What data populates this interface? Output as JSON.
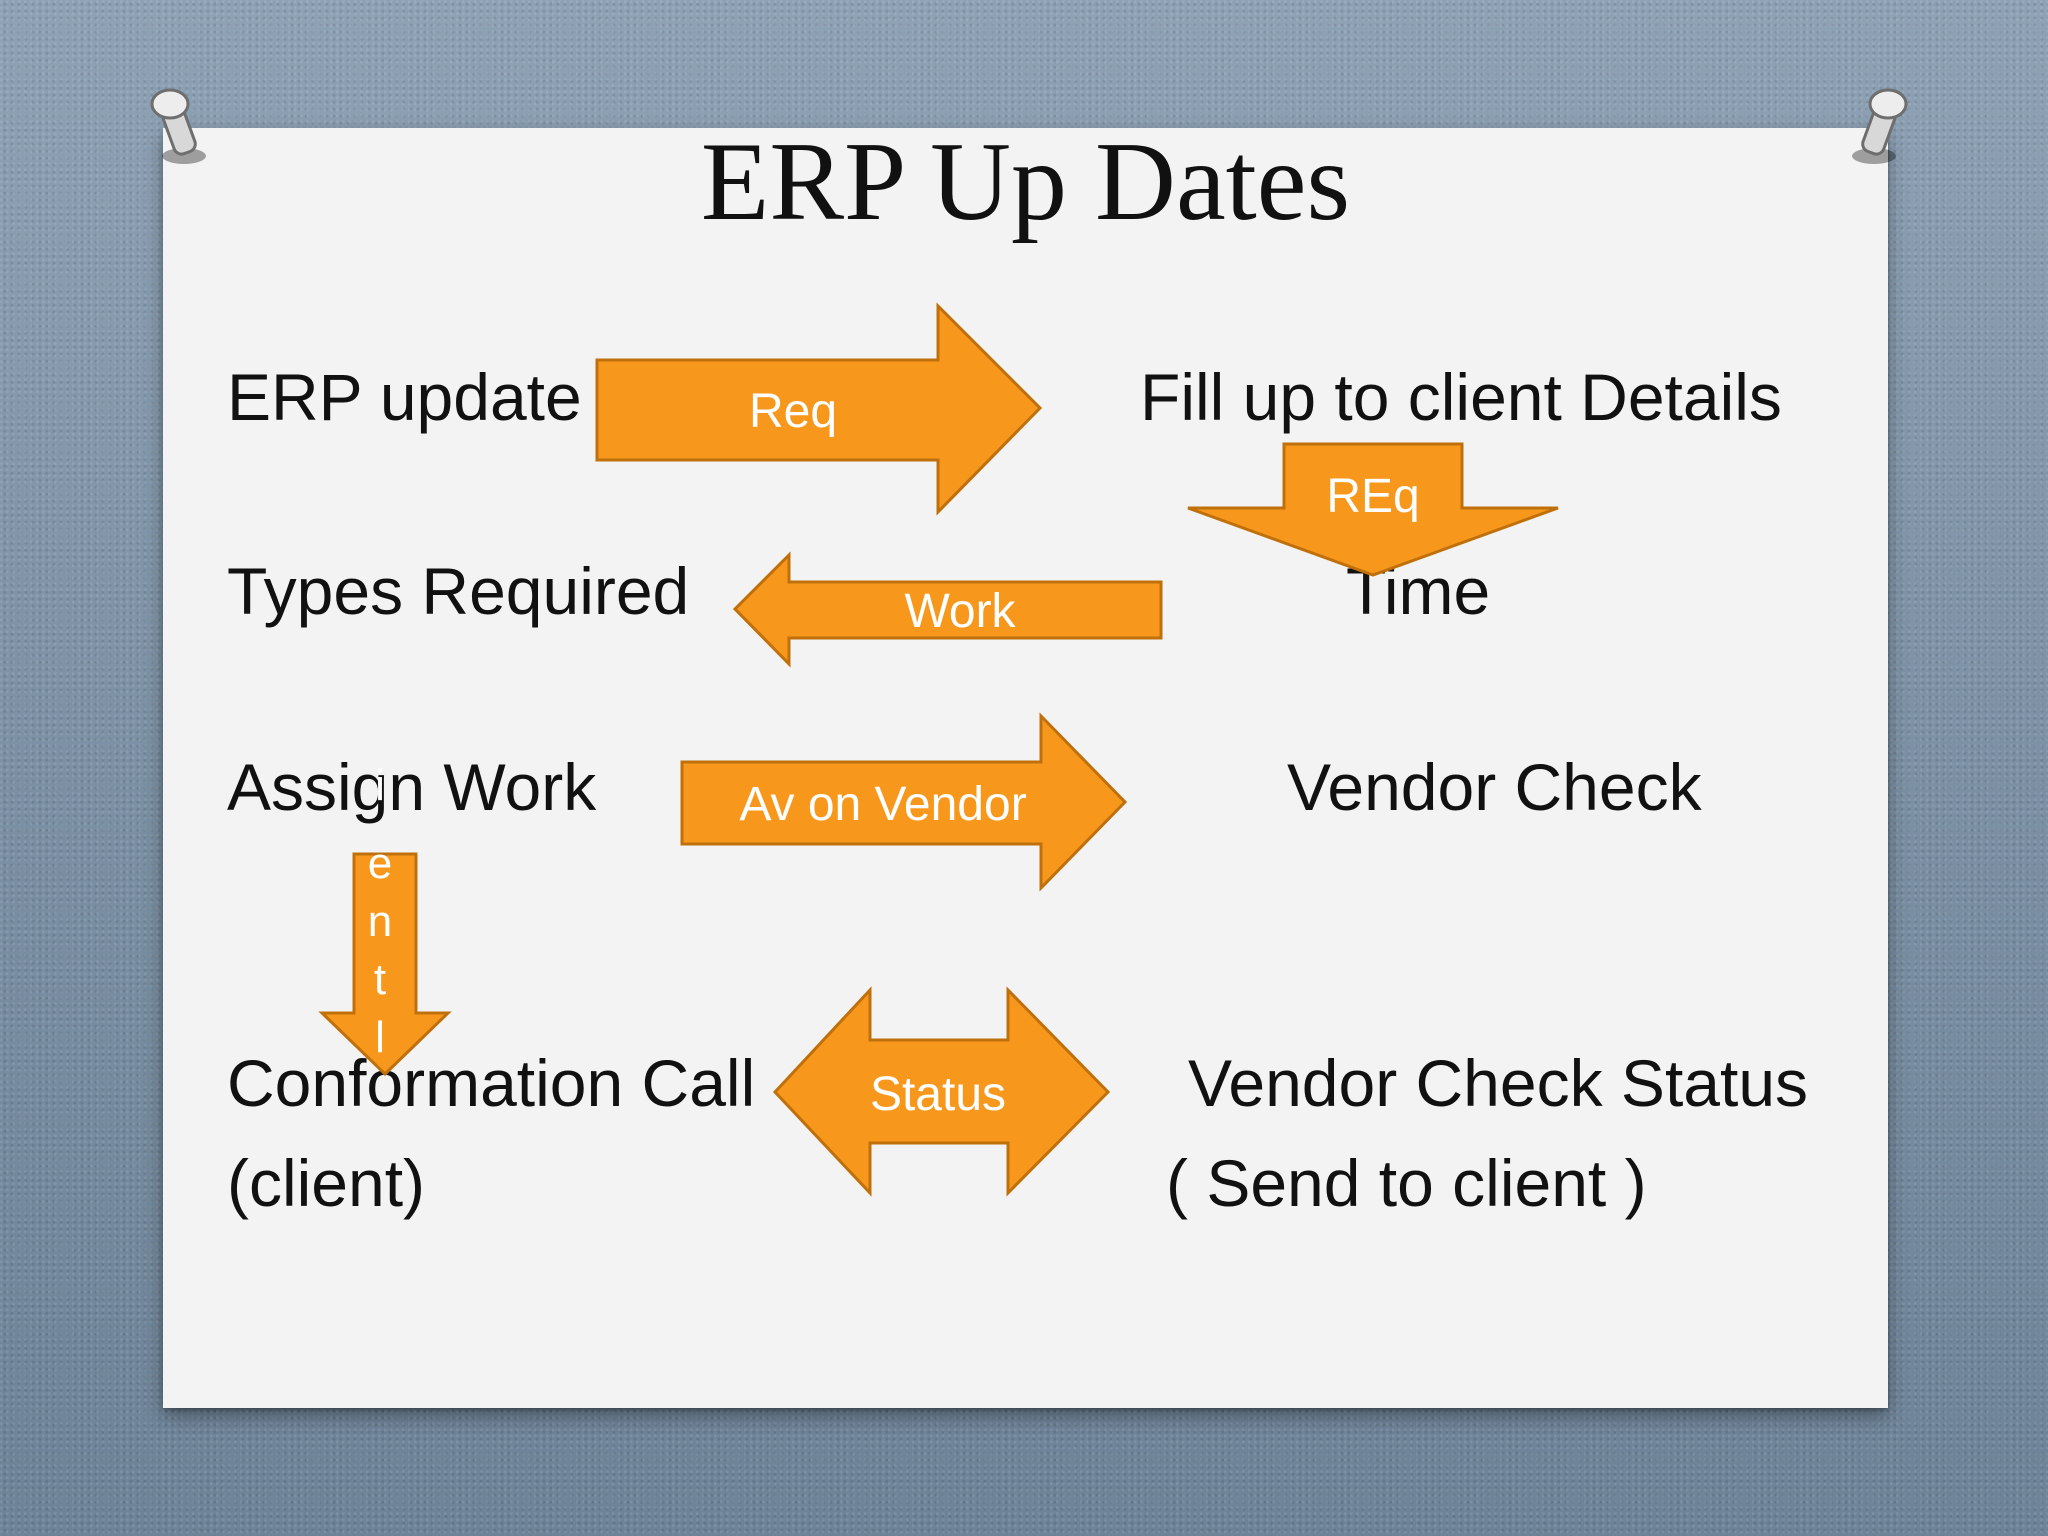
{
  "title": "ERP Up Dates",
  "labels": {
    "erp_update": "ERP update",
    "fill_up": "Fill up to client Details",
    "types_required": "Types Required",
    "time": "Time",
    "assign_work": "Assign Work",
    "vendor_check": "Vendor Check",
    "conformation_call": "Conformation Call",
    "client_paren": "(client)",
    "vendor_check_status": "Vendor Check Status",
    "send_to_client": "( Send to client )"
  },
  "arrows": {
    "req": "Req",
    "req2": "REq",
    "work": "Work",
    "av_on_vendor": "Av on Vendor",
    "status": "Status",
    "vertical_letters": [
      "i",
      "e",
      "n",
      "t",
      "l"
    ]
  },
  "colors": {
    "arrow_fill": "#f7981d",
    "arrow_stroke": "#c0700a",
    "paper": "#f3f3f3",
    "background": "#7f94a8"
  },
  "icons": {
    "pin": "pushpin-icon"
  }
}
